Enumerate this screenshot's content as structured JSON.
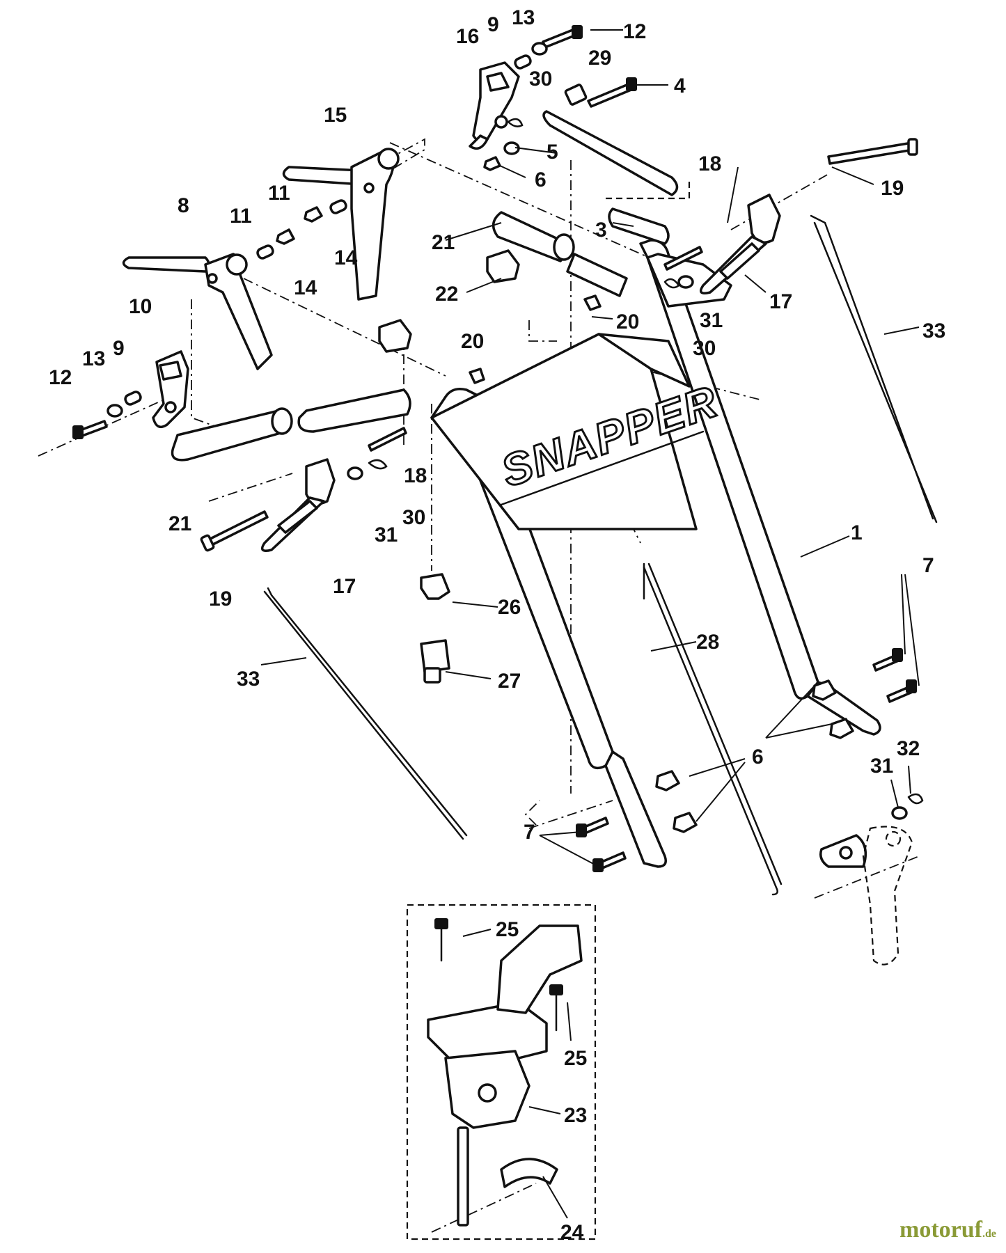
{
  "diagram": {
    "brand_label": "SNAPPER",
    "watermark": {
      "name": "motoruf",
      "suffix": ".de"
    },
    "callouts": [
      {
        "id": "c-12a",
        "text": "12"
      },
      {
        "id": "c-13a",
        "text": "13"
      },
      {
        "id": "c-9a",
        "text": "9"
      },
      {
        "id": "c-16",
        "text": "16"
      },
      {
        "id": "c-29",
        "text": "29"
      },
      {
        "id": "c-30a",
        "text": "30"
      },
      {
        "id": "c-4",
        "text": "4"
      },
      {
        "id": "c-5",
        "text": "5"
      },
      {
        "id": "c-6a",
        "text": "6"
      },
      {
        "id": "c-15",
        "text": "15"
      },
      {
        "id": "c-11a",
        "text": "11"
      },
      {
        "id": "c-14a",
        "text": "14"
      },
      {
        "id": "c-8",
        "text": "8"
      },
      {
        "id": "c-11b",
        "text": "11"
      },
      {
        "id": "c-14b",
        "text": "14"
      },
      {
        "id": "c-10",
        "text": "10"
      },
      {
        "id": "c-21a",
        "text": "21"
      },
      {
        "id": "c-3",
        "text": "3"
      },
      {
        "id": "c-18a",
        "text": "18"
      },
      {
        "id": "c-19a",
        "text": "19"
      },
      {
        "id": "c-17a",
        "text": "17"
      },
      {
        "id": "c-31a",
        "text": "31"
      },
      {
        "id": "c-30b",
        "text": "30"
      },
      {
        "id": "c-33a",
        "text": "33"
      },
      {
        "id": "c-22",
        "text": "22"
      },
      {
        "id": "c-20a",
        "text": "20"
      },
      {
        "id": "c-20b",
        "text": "20"
      },
      {
        "id": "c-12b",
        "text": "12"
      },
      {
        "id": "c-13b",
        "text": "13"
      },
      {
        "id": "c-9b",
        "text": "9"
      },
      {
        "id": "c-21b",
        "text": "21"
      },
      {
        "id": "c-18b",
        "text": "18"
      },
      {
        "id": "c-30c",
        "text": "30"
      },
      {
        "id": "c-31b",
        "text": "31"
      },
      {
        "id": "c-19b",
        "text": "19"
      },
      {
        "id": "c-17b",
        "text": "17"
      },
      {
        "id": "c-1",
        "text": "1"
      },
      {
        "id": "c-7a",
        "text": "7"
      },
      {
        "id": "c-26",
        "text": "26"
      },
      {
        "id": "c-27",
        "text": "27"
      },
      {
        "id": "c-33b",
        "text": "33"
      },
      {
        "id": "c-28",
        "text": "28"
      },
      {
        "id": "c-6b",
        "text": "6"
      },
      {
        "id": "c-31c",
        "text": "31"
      },
      {
        "id": "c-32",
        "text": "32"
      },
      {
        "id": "c-7b",
        "text": "7"
      },
      {
        "id": "c-25a",
        "text": "25"
      },
      {
        "id": "c-25b",
        "text": "25"
      },
      {
        "id": "c-23",
        "text": "23"
      },
      {
        "id": "c-24",
        "text": "24"
      }
    ]
  }
}
